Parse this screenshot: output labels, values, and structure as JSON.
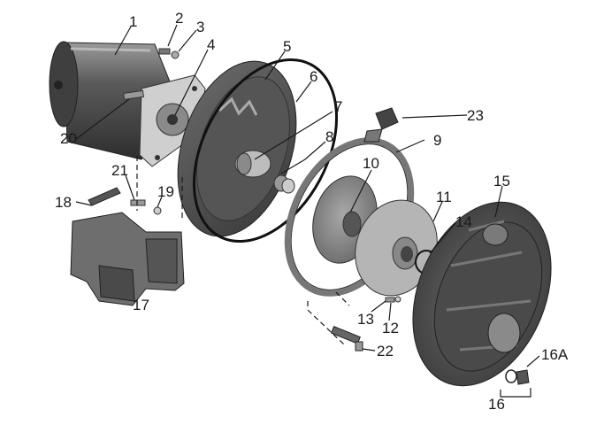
{
  "diagram": {
    "type": "exploded-parts-view",
    "callouts": [
      "1",
      "2",
      "3",
      "4",
      "5",
      "6",
      "7",
      "8",
      "9",
      "10",
      "11",
      "12",
      "13",
      "14",
      "15",
      "16",
      "16A",
      "17",
      "18",
      "19",
      "20",
      "21",
      "22",
      "23"
    ]
  }
}
